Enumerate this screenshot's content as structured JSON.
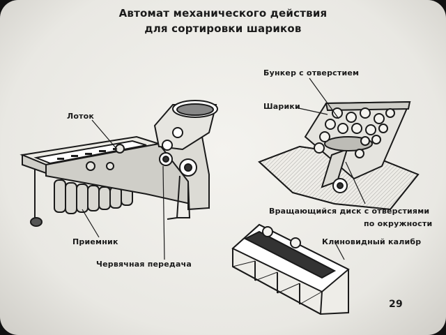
{
  "title_line1": "Автомат механического действия",
  "title_line2": "для сортировки шариков",
  "labels": {
    "lotok": "Лоток",
    "priemnik": "Приемник",
    "chervyachnaya": "Червячная передача",
    "bunker": "Бункер с отверстием",
    "shariki": "Шарики",
    "disk_line1": "Вращающийся диск с отверстиями",
    "disk_line2": "по окружности",
    "kalibr": "Клиновидный калибр"
  },
  "page_number": "29"
}
